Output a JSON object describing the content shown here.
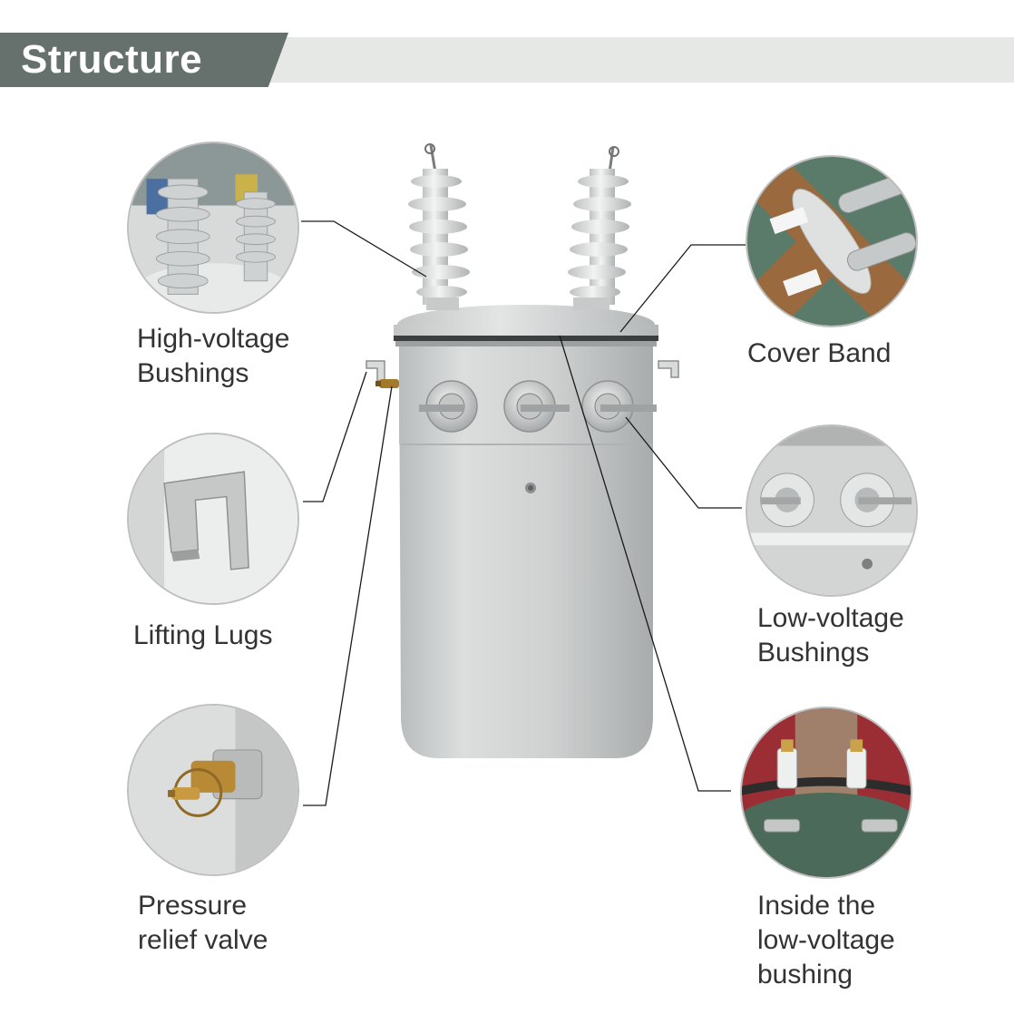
{
  "header": {
    "title": "Structure"
  },
  "callouts": {
    "hv_bushings": {
      "line1": "High-voltage",
      "line2": "Bushings"
    },
    "lifting_lugs": {
      "line1": "Lifting Lugs"
    },
    "pressure_relief": {
      "line1": "Pressure",
      "line2": "relief valve"
    },
    "cover_band": {
      "line1": "Cover Band"
    },
    "lv_bushings": {
      "line1": "Low-voltage",
      "line2": "Bushings"
    },
    "inside_lv": {
      "line1": "Inside the",
      "line2": "low-voltage",
      "line3": "bushing"
    }
  },
  "colors": {
    "banner_tab": "#66706d",
    "banner_strip": "#e6e8e6",
    "tank_grey": "#c9cbcb",
    "leader_line": "#1a1a1a"
  }
}
